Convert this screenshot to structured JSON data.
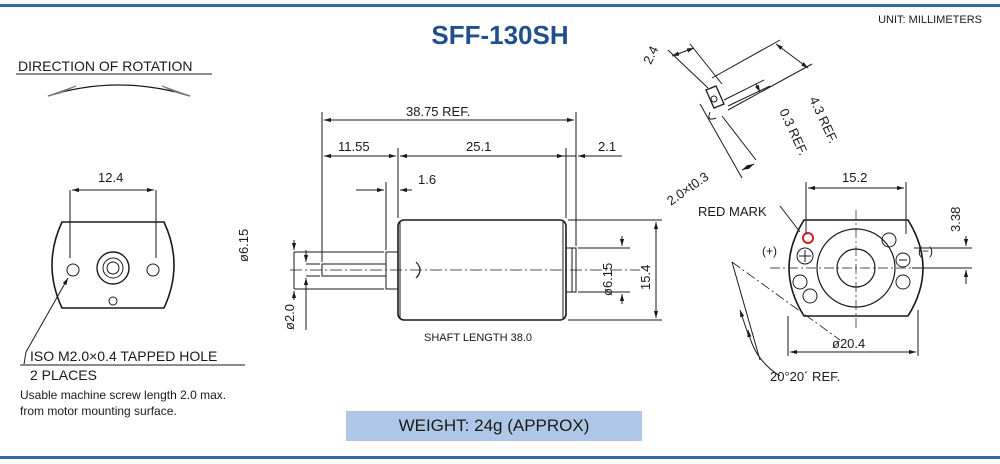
{
  "title": "SFF-130SH",
  "unit": "UNIT: MILLIMETERS",
  "rotation": {
    "label": "DIRECTION OF ROTATION"
  },
  "front_view": {
    "dim_width": "12.4",
    "hole_note_1": "ISO M2.0×0.4 TAPPED HOLE",
    "hole_note_2": "2 PLACES",
    "usage_1": "Usable machine screw length 2.0 max.",
    "usage_2": "from motor mounting surface."
  },
  "side_view": {
    "overall": "38.75 REF.",
    "d_11_55": "11.55",
    "d_25_1": "25.1",
    "d_2_1": "2.1",
    "d_1_6": "1.6",
    "d_phi615_left": "ø6.15",
    "d_phi2": "ø2.0",
    "d_phi615_right": "ø6.15",
    "d_15_4": "15.4",
    "shaft": "SHAFT LENGTH  38.0"
  },
  "terminal_detail": {
    "d_2_4": "2.4",
    "d_4_3": "4.3 REF.",
    "d_0_3": "0.3 REF.",
    "d_2x03": "2.0×t0.3"
  },
  "rear_view": {
    "d_15_2": "15.2",
    "red_mark": "RED MARK",
    "plus": "(+)",
    "minus": "(−)",
    "d_3_38": "3.38",
    "d_20_4": "ø20.4",
    "angle": "20°20´ REF."
  },
  "weight": "WEIGHT: 24g (APPROX)",
  "colors": {
    "accent": "#2f6aa6",
    "title": "#1f4f8c",
    "weight_box": "#aec7e6",
    "red_mark": "#d21f2a"
  }
}
